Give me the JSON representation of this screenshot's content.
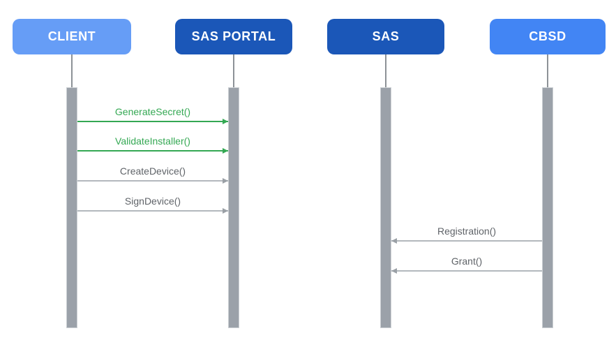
{
  "diagram": {
    "type": "sequence-diagram",
    "colors": {
      "actor_light_blue": "#669df6",
      "actor_dark_blue": "#1b57b8",
      "actor_medium_blue": "#4285f4",
      "actor_text": "#ffffff",
      "message_green": "#34a853",
      "message_gray_text": "#5f6368",
      "message_gray_line": "#b3b8bd",
      "lifeline_gray": "#9ba1a9"
    },
    "actors": [
      {
        "id": "client",
        "label": "CLIENT",
        "fill": "#669df6"
      },
      {
        "id": "sas-portal",
        "label": "SAS PORTAL",
        "fill": "#1b57b8"
      },
      {
        "id": "sas",
        "label": "SAS",
        "fill": "#1b57b8"
      },
      {
        "id": "cbsd",
        "label": "CBSD",
        "fill": "#4285f4"
      }
    ],
    "messages": [
      {
        "label": "GenerateSecret()",
        "from": "client",
        "to": "sas-portal",
        "direction": "right",
        "color": "green"
      },
      {
        "label": "ValidateInstaller()",
        "from": "client",
        "to": "sas-portal",
        "direction": "right",
        "color": "green"
      },
      {
        "label": "CreateDevice()",
        "from": "client",
        "to": "sas-portal",
        "direction": "right",
        "color": "gray"
      },
      {
        "label": "SignDevice()",
        "from": "client",
        "to": "sas-portal",
        "direction": "right",
        "color": "gray"
      },
      {
        "label": "Registration()",
        "from": "cbsd",
        "to": "sas",
        "direction": "left",
        "color": "gray"
      },
      {
        "label": "Grant()",
        "from": "cbsd",
        "to": "sas",
        "direction": "left",
        "color": "gray"
      }
    ]
  }
}
